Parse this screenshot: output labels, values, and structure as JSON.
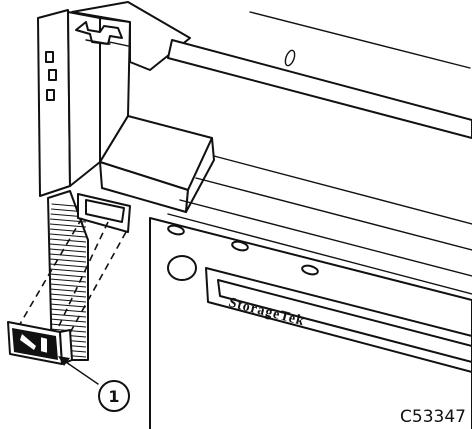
{
  "figure": {
    "callout_number": "1",
    "brand_text": "StorageTek",
    "figure_id": "C53347"
  },
  "icons": {
    "part": "filler-clip-icon",
    "device": "tape-drive-chassis-icon"
  }
}
